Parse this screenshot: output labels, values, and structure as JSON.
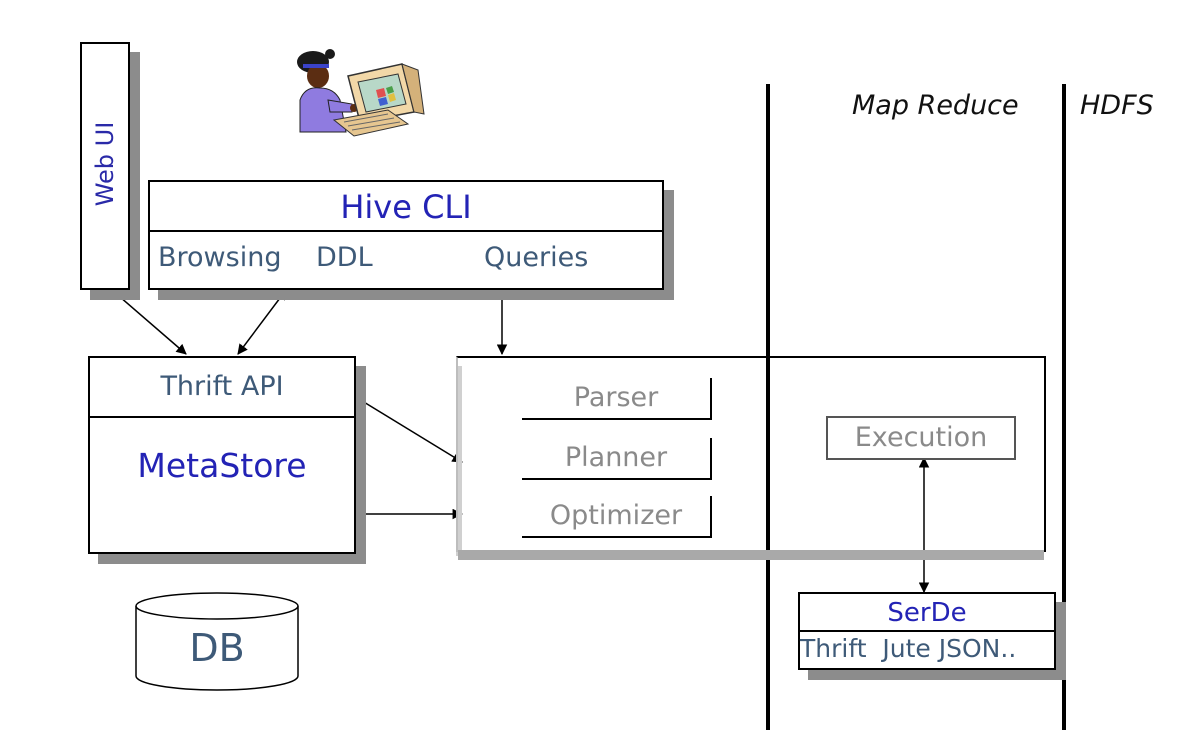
{
  "web_ui": {
    "label": "Web UI"
  },
  "hive_cli": {
    "title": "Hive CLI",
    "items": [
      "Browsing",
      "DDL",
      "Queries"
    ]
  },
  "metastore": {
    "api": "Thrift API",
    "title": "MetaStore"
  },
  "compiler": {
    "stages": [
      "Parser",
      "Planner",
      "Optimizer"
    ]
  },
  "execution": {
    "label": "Execution"
  },
  "serde": {
    "title": "SerDe",
    "formats": "Thrift  Jute JSON.."
  },
  "columns": {
    "map_reduce": "Map Reduce",
    "hdfs": "HDFS"
  },
  "db": {
    "label": "DB"
  },
  "colors": {
    "title_blue": "#2323b5",
    "text_slate": "#3e5a78",
    "text_gray": "#8a8a8a",
    "shadow": "#8c8c8c"
  }
}
